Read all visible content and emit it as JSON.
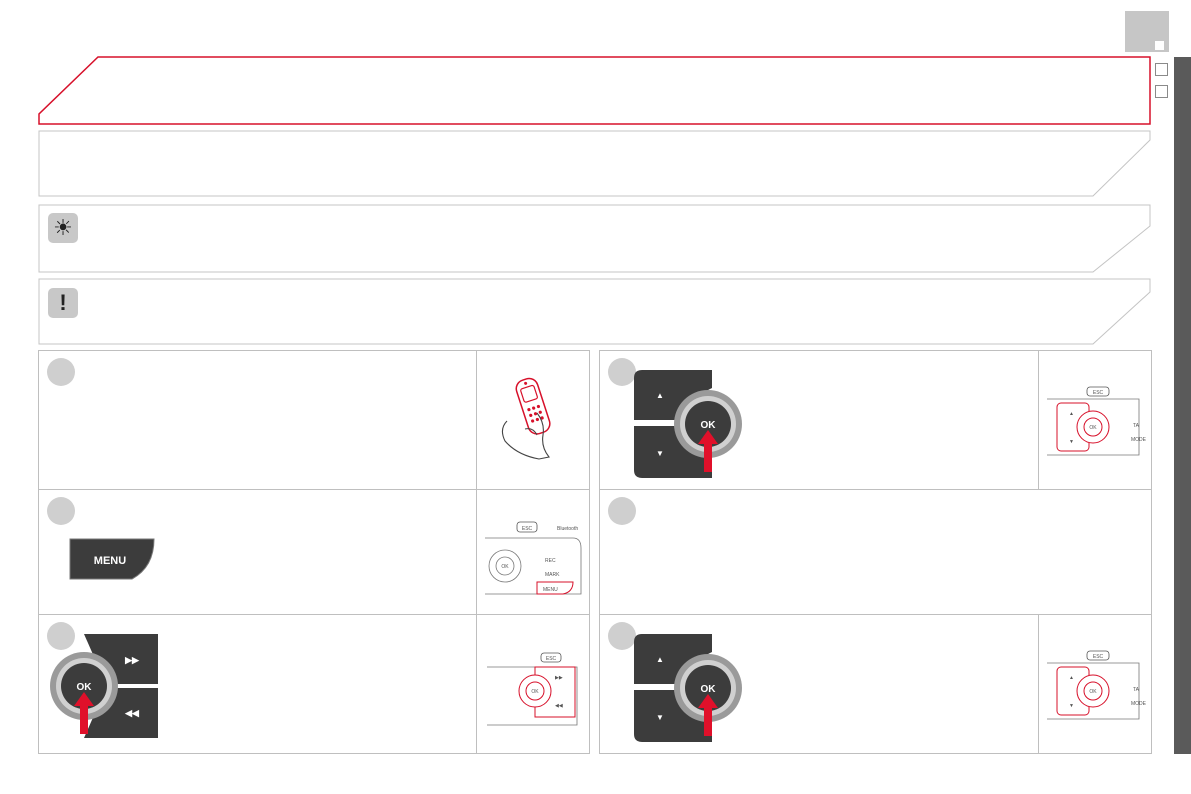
{
  "keys": {
    "menu": "MENU",
    "ok": "OK",
    "up": "▲",
    "down": "▼",
    "next": "▶▶",
    "prev": "◀◀"
  },
  "icons": {
    "tip": "sun-icon",
    "warning": "exclamation-icon"
  },
  "icon_glyphs": {
    "tip": "☀",
    "warning": "!"
  },
  "thumb_labels": {
    "esc": "ESC",
    "menu": "MENU",
    "rec": "REC",
    "mark": "MARK",
    "brand": "Bluetooth",
    "ta": "TA",
    "mode": "MODE"
  },
  "colors": {
    "accent": "#d7102a",
    "arrow": "#e0102a",
    "key_dark": "#3c3c3c",
    "panel_border": "#bfbfbf"
  }
}
